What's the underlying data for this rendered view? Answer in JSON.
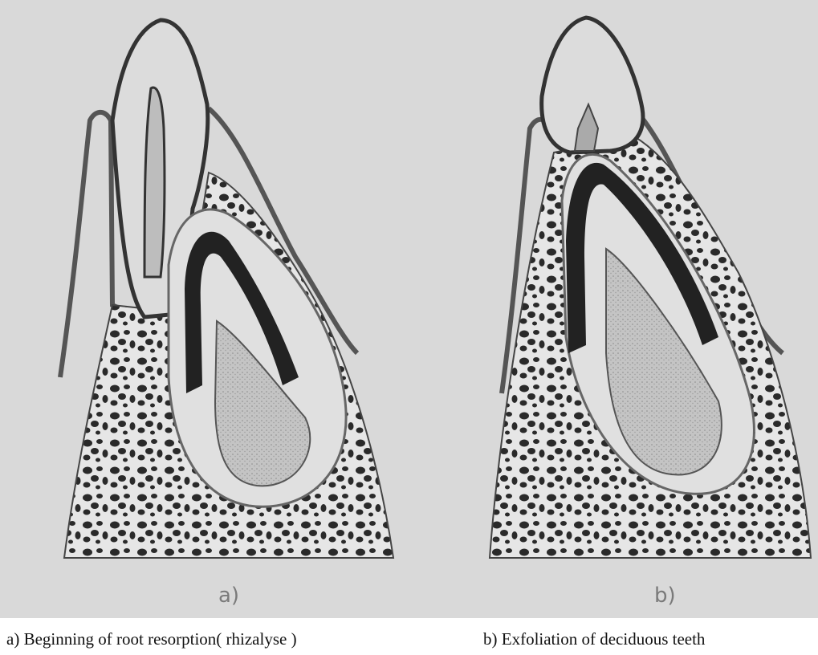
{
  "figure": {
    "panels": [
      {
        "id": "a",
        "label": "a)"
      },
      {
        "id": "b",
        "label": "b)"
      }
    ]
  },
  "captions": {
    "a": "a) Beginning of root resorption( rhizalyse )",
    "b": "b) Exfoliation of deciduous teeth"
  },
  "colors": {
    "background": "#d9d9d9",
    "bone_dark": "#2a2a2a",
    "tooth_fill": "#dcdcdc",
    "pulp_fill": "#bdbdbd",
    "outline": "#333333"
  }
}
